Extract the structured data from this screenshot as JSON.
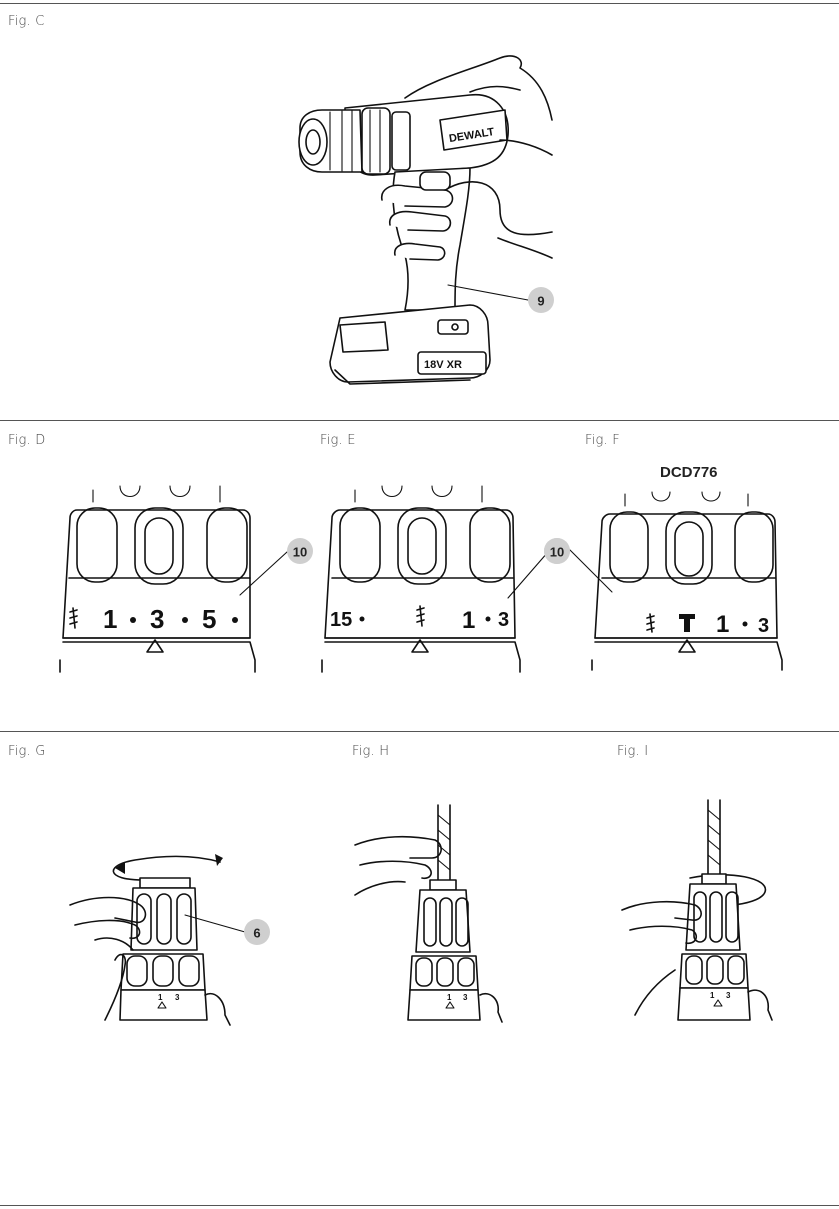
{
  "figures": {
    "c": {
      "label": "Fig. C",
      "callout": "9",
      "brand": "DEWALT",
      "battery_text": "18V XR"
    },
    "d": {
      "label": "Fig. D",
      "callout": "10",
      "dial": [
        "1",
        "3",
        "5"
      ]
    },
    "e": {
      "label": "Fig. E",
      "callout": "10",
      "dial": [
        "15",
        "1",
        "3"
      ]
    },
    "f": {
      "label": "Fig. F",
      "model": "DCD776",
      "callout": "10",
      "dial": [
        "1",
        "3"
      ]
    },
    "g": {
      "label": "Fig. G",
      "callout": "6",
      "dial": [
        "1",
        "3"
      ]
    },
    "h": {
      "label": "Fig. H",
      "dial": [
        "1",
        "3"
      ]
    },
    "i": {
      "label": "Fig. I",
      "dial": [
        "1",
        "3"
      ]
    }
  }
}
